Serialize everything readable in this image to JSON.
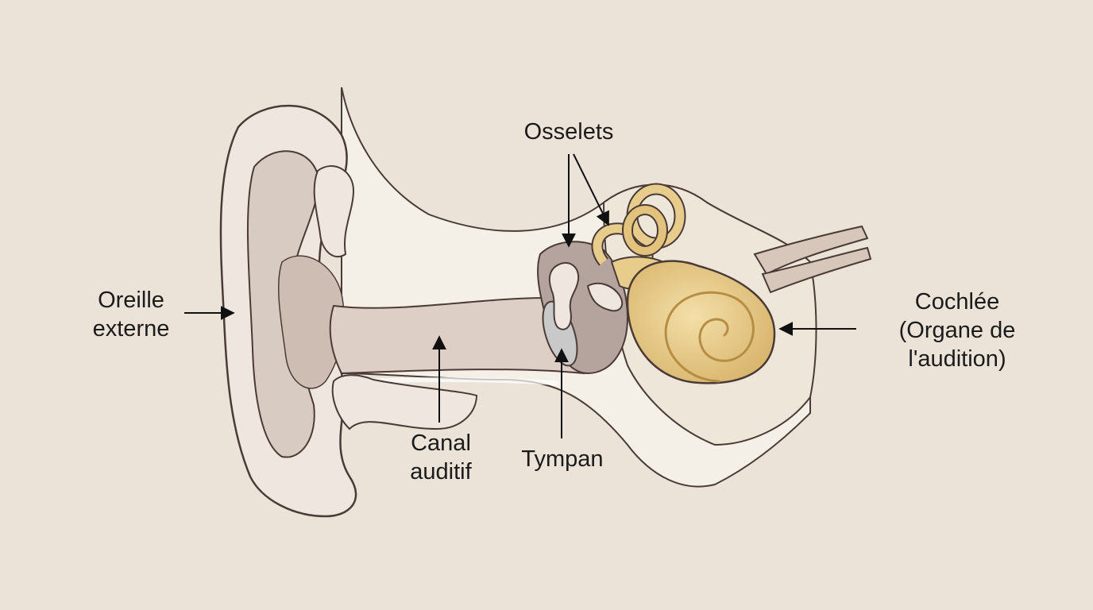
{
  "diagram": {
    "labels": {
      "osselets": {
        "lines": [
          "Osselets"
        ]
      },
      "oreille_externe": {
        "lines": [
          "Oreille",
          "externe"
        ]
      },
      "canal_auditif": {
        "lines": [
          "Canal",
          "auditif"
        ]
      },
      "tympan": {
        "lines": [
          "Tympan"
        ]
      },
      "cochlee": {
        "lines": [
          "Cochlée",
          "(Organe de",
          "l'audition)"
        ]
      }
    },
    "colors": {
      "background": "#ebe3d8",
      "outline": "#4a3b36",
      "skin": "#efe6df",
      "skin_shadow": "#cdbdb3",
      "canal": "#ddcfc6",
      "bone": "#f4efe7",
      "cochlea": "#e8cc8c",
      "cochlea_dark": "#c9a55c",
      "eardrum": "#b8b8b8",
      "ossicles": "#eee5dc",
      "middle_ear": "#b4a49d",
      "nerve": "#d6c7ba",
      "arrow": "#111111"
    }
  }
}
